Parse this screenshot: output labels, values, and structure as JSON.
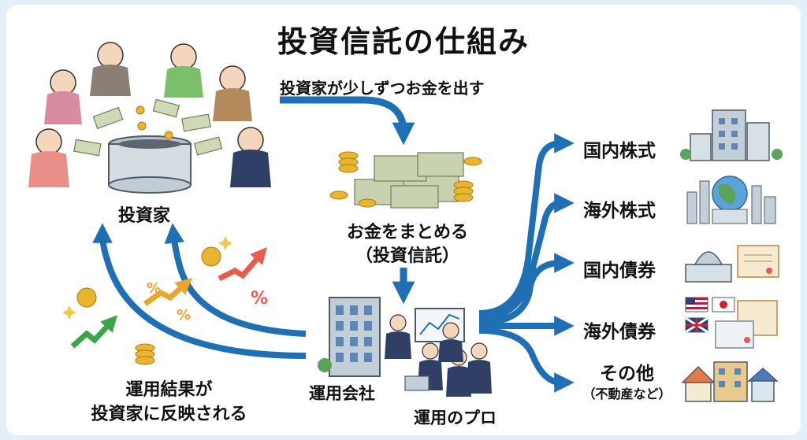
{
  "title": "投資信託の仕組み",
  "flow_label": "投資家が少しずつお金を出す",
  "investors_label": "投資家",
  "pool_label_line1": "お金をまとめる",
  "pool_label_line2": "（投資信託）",
  "company_label": "運用会社",
  "pro_label": "運用のプロ",
  "result_line1": "運用結果が",
  "result_line2": "投資家に反映される",
  "assets": {
    "domestic_stocks": "国内株式",
    "foreign_stocks": "海外株式",
    "domestic_bonds": "国内債券",
    "foreign_bonds": "海外債券",
    "other": "その他",
    "other_sub": "（不動産など）"
  },
  "colors": {
    "arrow": "#1f6fb5",
    "accent_up": "#e65c4f",
    "gold": "#e9b52c",
    "green": "#3aa54a"
  }
}
